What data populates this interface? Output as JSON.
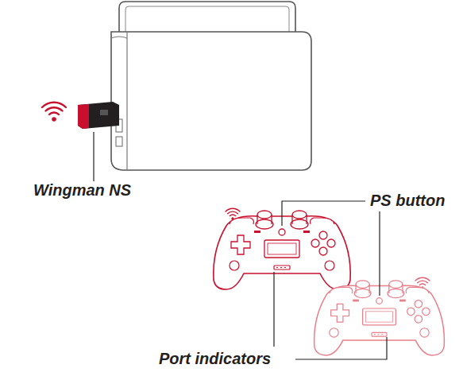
{
  "diagram": {
    "labels": [
      "Wingman NS",
      "PS button",
      "Port indicators"
    ]
  }
}
